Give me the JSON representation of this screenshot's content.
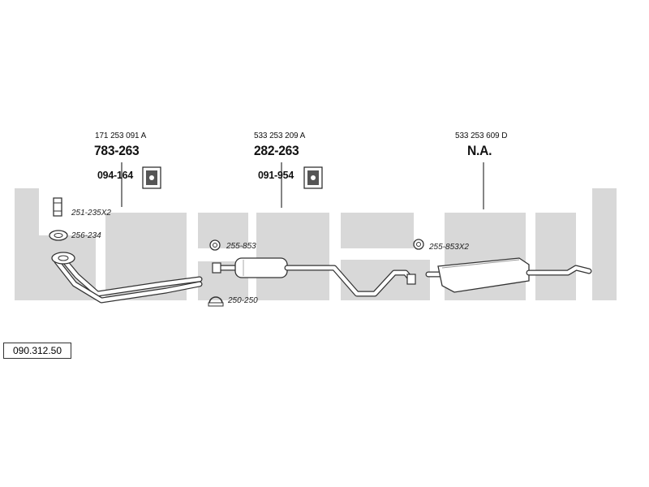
{
  "catalog_number": "090.312.50",
  "watermark_text": "bosal",
  "colors": {
    "watermark": "#d6d6d6",
    "line": "#333333",
    "pipe_fill": "#ffffff"
  },
  "assemblies": [
    {
      "oe_number": "171 253 091 A",
      "main_part": "783-263",
      "hanger_part": "094-164",
      "hanger_icon": "rubber-hanger-icon"
    },
    {
      "oe_number": "533 253 209 A",
      "main_part": "282-263",
      "hanger_part": "091-954",
      "hanger_icon": "rubber-hanger-icon"
    },
    {
      "oe_number": "533 253 609 D",
      "main_part": "N.A.",
      "hanger_part": "",
      "hanger_icon": ""
    }
  ],
  "fittings": [
    {
      "part": "251-235X2",
      "icon": "clamp-icon"
    },
    {
      "part": "256-234",
      "icon": "gasket-ring-icon"
    },
    {
      "part": "255-853",
      "icon": "nut-icon"
    },
    {
      "part": "250-250",
      "icon": "u-clamp-icon"
    },
    {
      "part": "255-853X2",
      "icon": "nut-icon"
    }
  ]
}
